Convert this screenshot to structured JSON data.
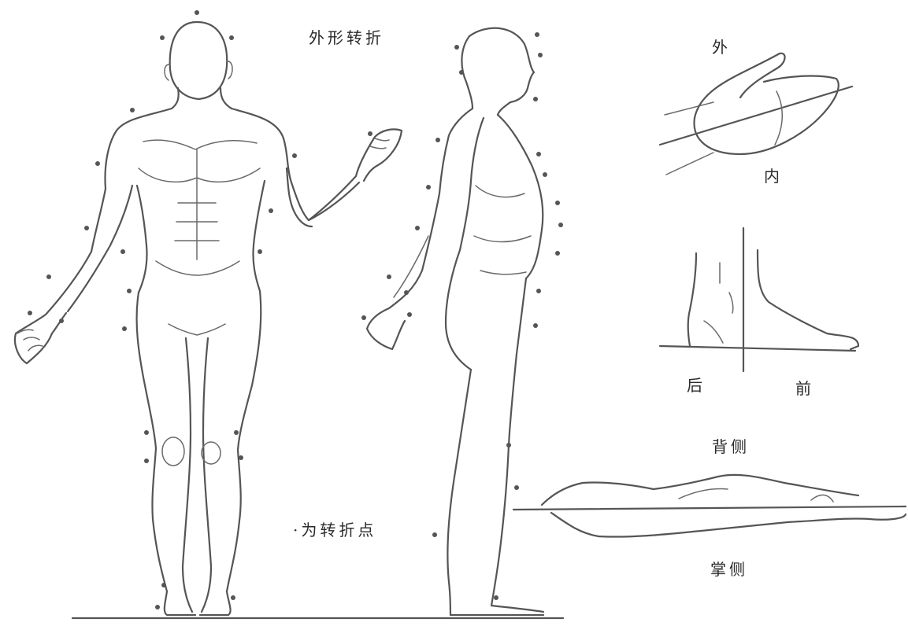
{
  "labels": {
    "title": "外形转折",
    "legend": "·为转折点",
    "hand_outer": "外",
    "hand_inner": "内",
    "foot_back": "后",
    "foot_front": "前",
    "arm_dorsal": "背侧",
    "arm_palmar": "掌侧"
  },
  "colors": {
    "line": "#555555",
    "background": "#ffffff",
    "text": "#2a2a2a"
  }
}
